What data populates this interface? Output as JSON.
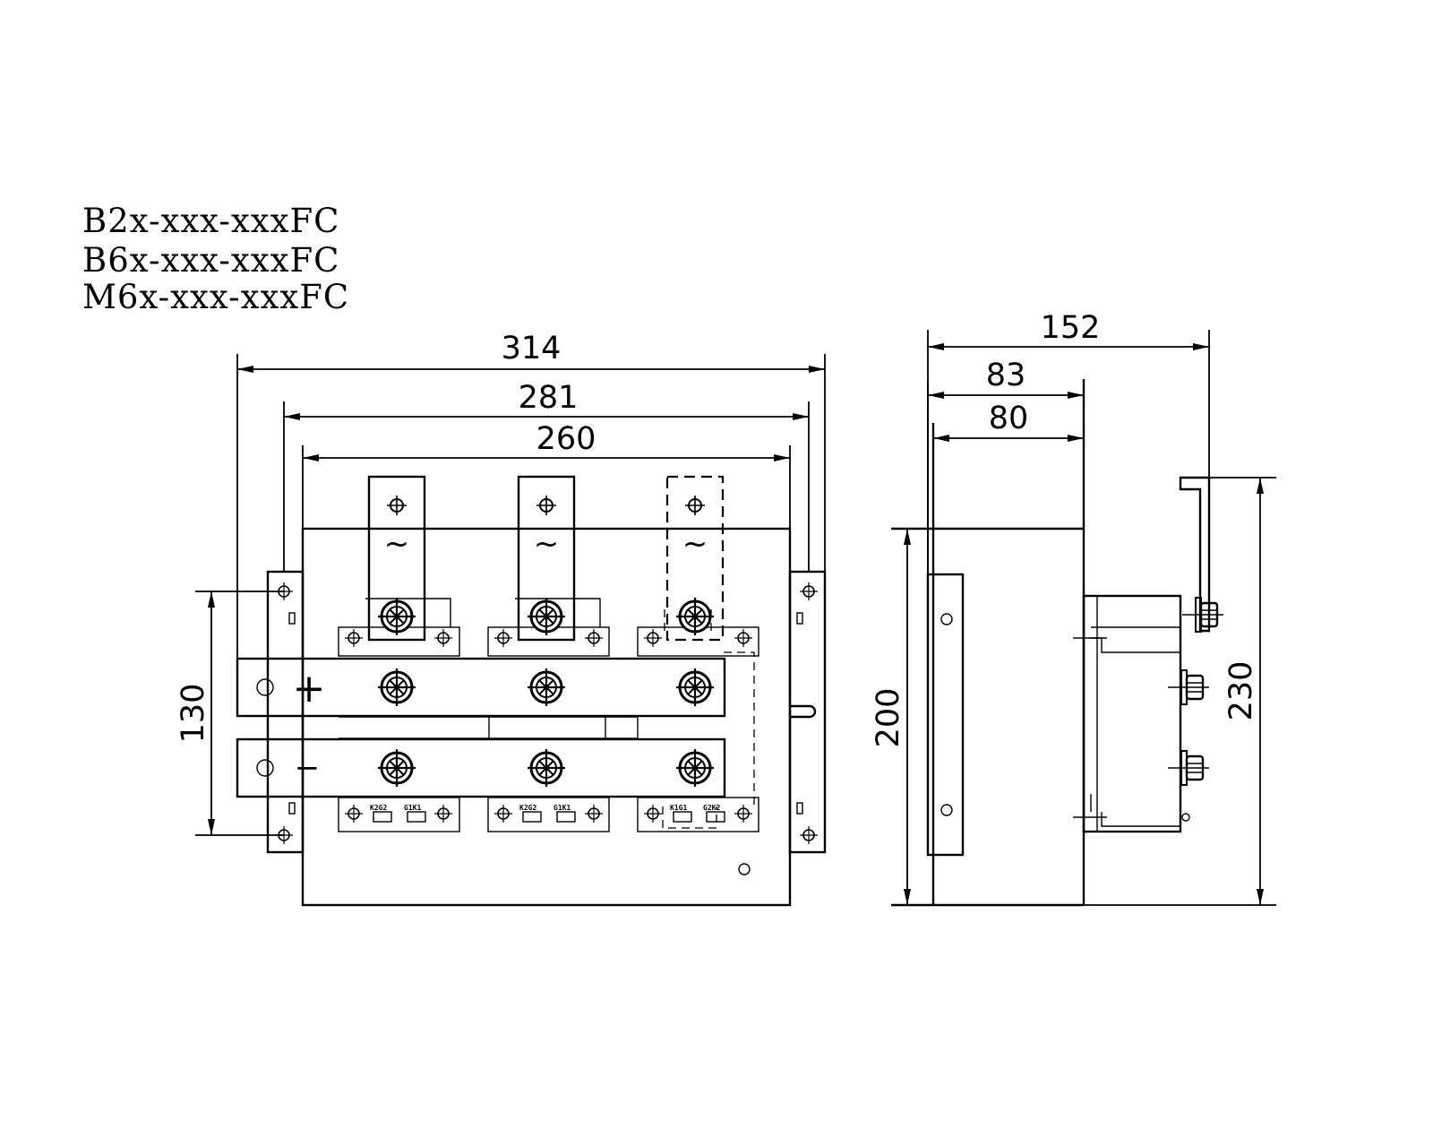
{
  "model_codes": [
    "B2x-xxx-xxxFC",
    "B6x-xxx-xxxFC",
    "M6x-xxx-xxxFC"
  ],
  "dimensions": {
    "front_overall_width": "314",
    "front_mounting_width": "281",
    "front_plate_width": "260",
    "front_mount_hole_pitch": "130",
    "side_overall_depth": "152",
    "side_depth_bracket": "83",
    "side_depth_base": "80",
    "side_plate_height": "200",
    "side_overall_height": "230"
  },
  "terminal_symbols": {
    "ac": "~",
    "plus": "+",
    "minus": "−"
  },
  "module_marks": {
    "left": [
      "K2G2",
      "G1K1"
    ],
    "middle": [
      "K2G2",
      "G1K1"
    ],
    "right": [
      "K1G1",
      "G2K2"
    ]
  }
}
